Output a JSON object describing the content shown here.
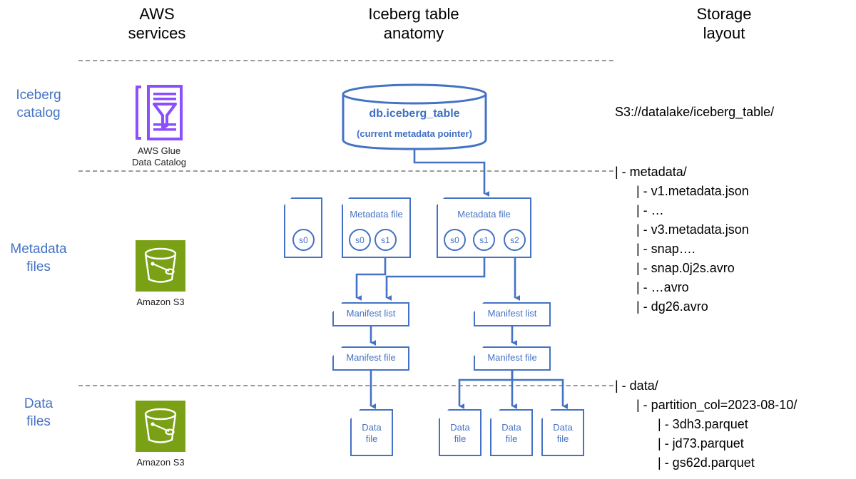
{
  "columns": [
    {
      "id": "aws-services",
      "label": "AWS\nservices"
    },
    {
      "id": "iceberg-table-anatomy",
      "label": "Iceberg table\nanatomy"
    },
    {
      "id": "storage-layout",
      "label": "Storage\nlayout"
    }
  ],
  "row_labels": [
    {
      "id": "iceberg-catalog",
      "label": "Iceberg\ncatalog"
    },
    {
      "id": "metadata-files",
      "label": "Metadata\nfiles"
    },
    {
      "id": "data-files",
      "label": "Data\nfiles"
    }
  ],
  "colors": {
    "accent_blue": "#4472C4",
    "text_blue": "#3E6FC4",
    "aws_green": "#7AA116",
    "glue_purple": "#8C4FFF",
    "divider_gray": "#9a9a9a"
  },
  "aws_icons": [
    {
      "id": "aws-glue-data-catalog",
      "caption": "AWS Glue\nData Catalog",
      "icon": "glue-funnel-icon"
    },
    {
      "id": "amazon-s3-metadata",
      "caption": "Amazon S3",
      "icon": "s3-bucket-icon"
    },
    {
      "id": "amazon-s3-data",
      "caption": "Amazon S3",
      "icon": "s3-bucket-icon"
    }
  ],
  "catalog": {
    "title": "db.iceberg_table",
    "subtitle": "(current metadata pointer)"
  },
  "metadata_files": [
    {
      "id": "metadata-file-v1",
      "label": "",
      "snapshots": [
        "s0"
      ]
    },
    {
      "id": "metadata-file-v2",
      "label": "Metadata file",
      "snapshots": [
        "s0",
        "s1"
      ]
    },
    {
      "id": "metadata-file-v3",
      "label": "Metadata file",
      "snapshots": [
        "s0",
        "s1",
        "s2"
      ]
    }
  ],
  "manifest_lists": [
    {
      "id": "manifest-list-left",
      "label": "Manifest list"
    },
    {
      "id": "manifest-list-right",
      "label": "Manifest list"
    }
  ],
  "manifest_files": [
    {
      "id": "manifest-file-left",
      "label": "Manifest file"
    },
    {
      "id": "manifest-file-right",
      "label": "Manifest file"
    }
  ],
  "data_file_boxes": [
    {
      "id": "data-file-1",
      "line1": "Data",
      "line2": "file"
    },
    {
      "id": "data-file-2",
      "line1": "Data",
      "line2": "file"
    },
    {
      "id": "data-file-3",
      "line1": "Data",
      "line2": "file"
    },
    {
      "id": "data-file-4",
      "line1": "Data",
      "line2": "file"
    }
  ],
  "storage": {
    "root": "S3://datalake/iceberg_table/",
    "metadata_lines": [
      "| - metadata/",
      "      | - v1.metadata.json",
      "      | - …",
      "      | - v3.metadata.json",
      "      | - snap….",
      "      | - snap.0j2s.avro",
      "      | - …avro",
      "      | - dg26.avro"
    ],
    "data_lines": [
      "| - data/",
      "      | - partition_col=2023-08-10/",
      "            | - 3dh3.parquet",
      "            | - jd73.parquet",
      "            | - gs62d.parquet"
    ]
  }
}
